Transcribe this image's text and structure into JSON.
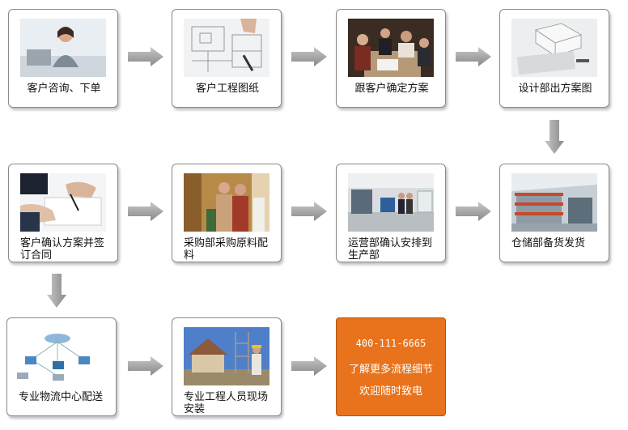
{
  "steps": [
    {
      "label": "客户咨询、下单"
    },
    {
      "label": "客户工程图纸"
    },
    {
      "label": "跟客户确定方案"
    },
    {
      "label": "设计部出方案图"
    },
    {
      "label": "客户确认方案并签订合同"
    },
    {
      "label": "采购部采购原料配料"
    },
    {
      "label": "运营部确认安排到生产部"
    },
    {
      "label": "仓储部备货发货"
    },
    {
      "label": "专业物流中心配送"
    },
    {
      "label": "专业工程人员现场安装"
    }
  ],
  "contact": {
    "phone": "400-111-6665",
    "line2": "了解更多流程细节",
    "line3": "欢迎随时致电"
  },
  "colors": {
    "arrow": "#9a9a9a",
    "contact_bg": "#e8731c",
    "border": "#8a8a8a"
  }
}
